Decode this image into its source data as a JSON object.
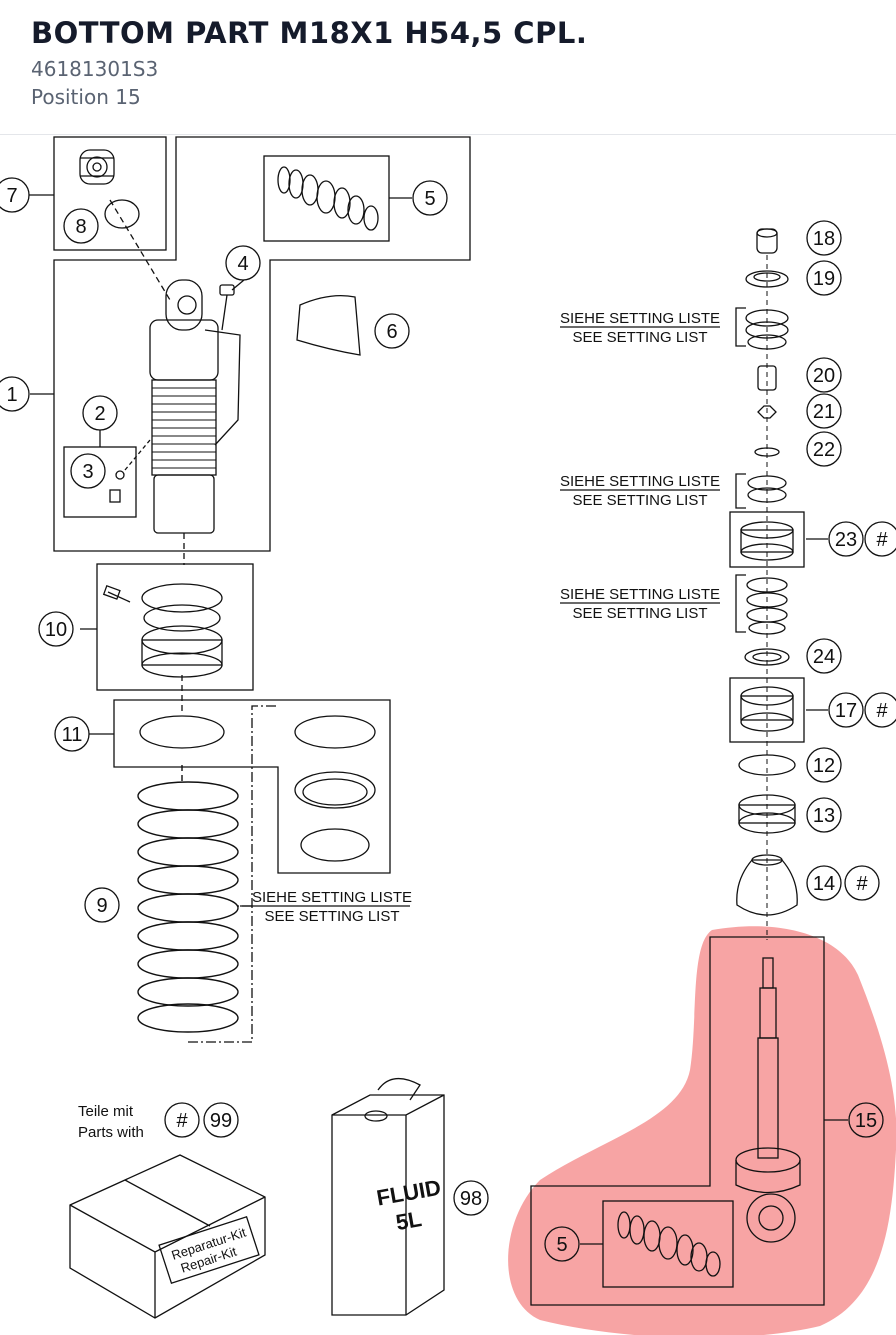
{
  "header": {
    "title": "BOTTOM PART M18X1 H54,5 CPL.",
    "part_number": "46181301S3",
    "position": "Position 15"
  },
  "diagram": {
    "highlight_color": "#f58a8a",
    "callouts": {
      "c1": "1",
      "c2": "2",
      "c3": "3",
      "c4": "4",
      "c5a": "5",
      "c5b": "5",
      "c6": "6",
      "c7": "7",
      "c8": "8",
      "c9": "9",
      "c10": "10",
      "c11": "11",
      "c12": "12",
      "c13": "13",
      "c14": "14",
      "c15": "15",
      "c17": "17",
      "c18": "18",
      "c19": "19",
      "c20": "20",
      "c21": "21",
      "c22": "22",
      "c23": "23",
      "c24": "24",
      "c98": "98",
      "c99": "99",
      "h14": "#",
      "h17": "#",
      "h23": "#",
      "h99": "#"
    },
    "setting_notes": [
      {
        "de": "SIEHE SETTING LISTE",
        "en": "SEE SETTING LIST"
      },
      {
        "de": "SIEHE SETTING LISTE",
        "en": "SEE SETTING LIST"
      },
      {
        "de": "SIEHE SETTING LISTE",
        "en": "SEE SETTING LIST"
      },
      {
        "de": "SIEHE SETTING LISTE",
        "en": "SEE SETTING LIST"
      }
    ],
    "legend": {
      "de": "Teile mit",
      "en": "Parts with"
    },
    "fluid_label": {
      "line1": "FLUID",
      "line2": "5L"
    },
    "kit_label": {
      "line1": "Reparatur-Kit",
      "line2": "Repair-Kit"
    }
  }
}
